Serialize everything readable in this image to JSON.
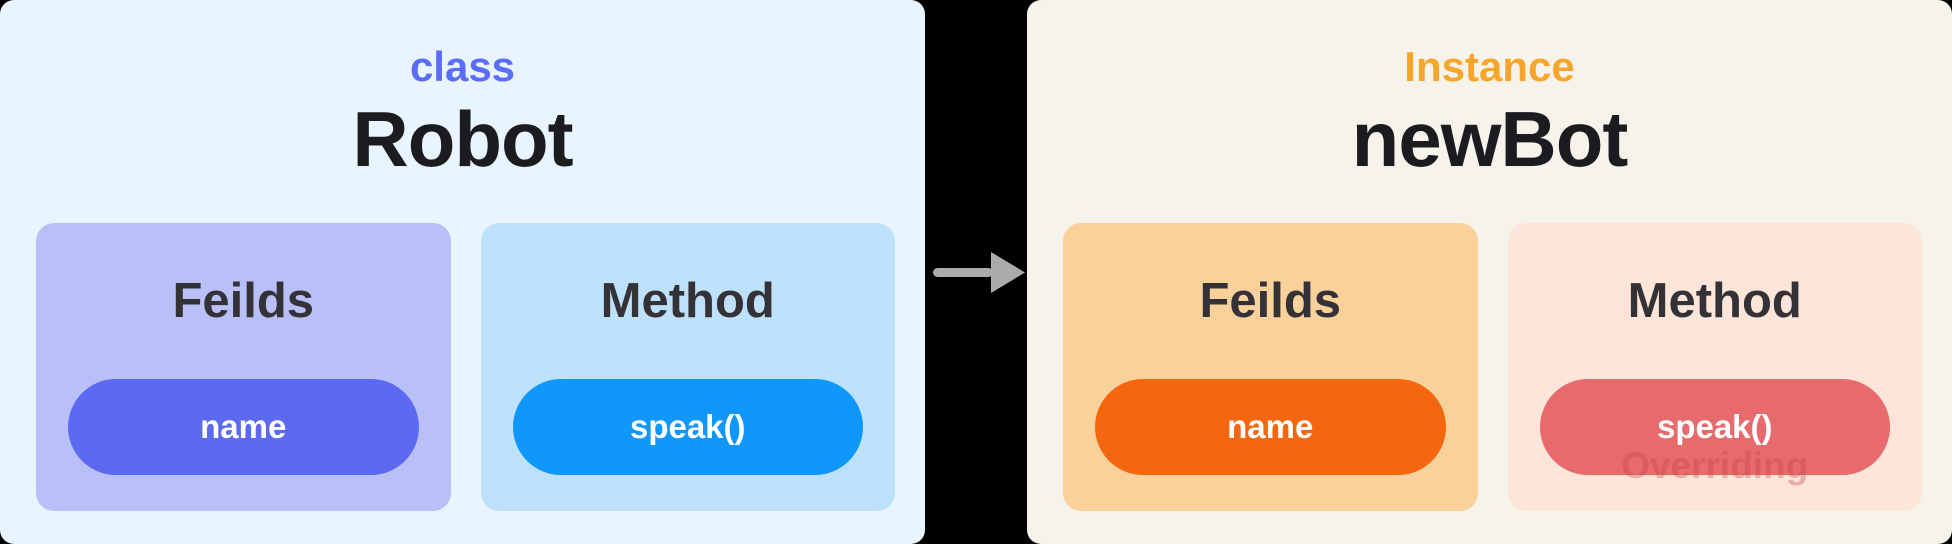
{
  "diagram": {
    "class_panel": {
      "label": "class",
      "title": "Robot",
      "fields_card": {
        "heading": "Feilds",
        "pill_label": "name"
      },
      "methods_card": {
        "heading": "Method",
        "pill_label": "speak()"
      }
    },
    "instance_panel": {
      "label": "Instance",
      "title": "newBot",
      "fields_card": {
        "heading": "Feilds",
        "pill_label": "name"
      },
      "methods_card": {
        "heading": "Method",
        "pill_label": "speak()",
        "annotation": "Overriding"
      }
    },
    "arrow": {
      "direction": "right"
    }
  },
  "colors": {
    "page-bg": "#000000",
    "class-panel-bg": "#E9F5FE",
    "class-label": "#5B6CF6",
    "instance-panel-bg": "#F6F4EA",
    "instance-label": "#F7A62B",
    "title-text": "#1B1B20",
    "heading-text": "#343237",
    "fields-card-left-bg": "#B9C0F8",
    "name-pill-left-bg": "#5B6AF0",
    "methods-card-left-bg": "#BEE1FB",
    "speak-pill-left-bg": "#0F97FB",
    "fields-card-right-bg": "#FAD19B",
    "name-pill-right-bg": "#F4670F",
    "methods-card-right-bg": "#FDE5D9",
    "speak-pill-right-bg": "#E76B6C",
    "pill-text": "#FFFFFF",
    "overriding-annotation": "#C43E3E",
    "arrow": "#ABABAB"
  }
}
